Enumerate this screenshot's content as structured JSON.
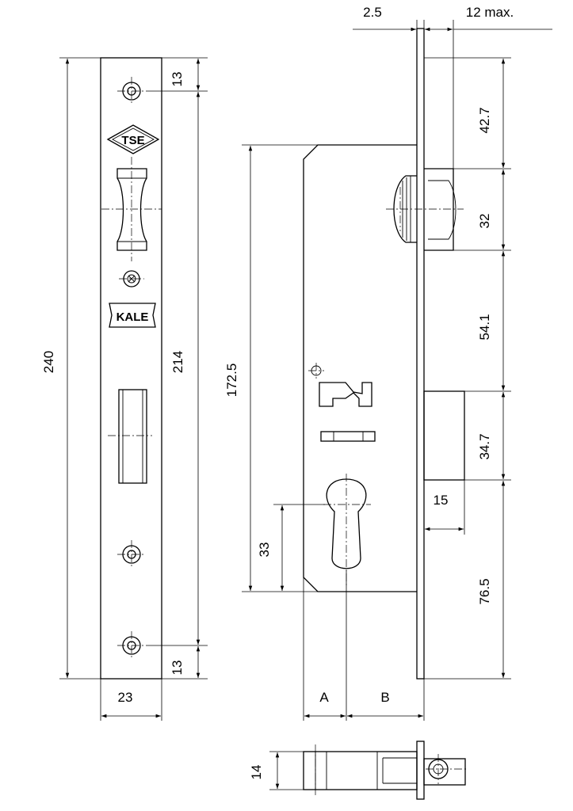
{
  "dimensions": {
    "top_left": "2.5",
    "top_right": "12 max.",
    "total_height": "240",
    "screw_span": "214",
    "top_offset": "13",
    "bottom_offset": "13",
    "faceplate_width": "23",
    "case_height": "172.5",
    "cylinder_height": "33",
    "seg_1": "42.7",
    "seg_2": "32",
    "seg_3": "54.1",
    "seg_4": "34.7",
    "bolt_depth": "15",
    "seg_5": "76.5",
    "backset_a": "A",
    "distance_b": "B",
    "thickness": "14"
  },
  "logos": {
    "tse": "TSE",
    "kale": "KALE"
  }
}
